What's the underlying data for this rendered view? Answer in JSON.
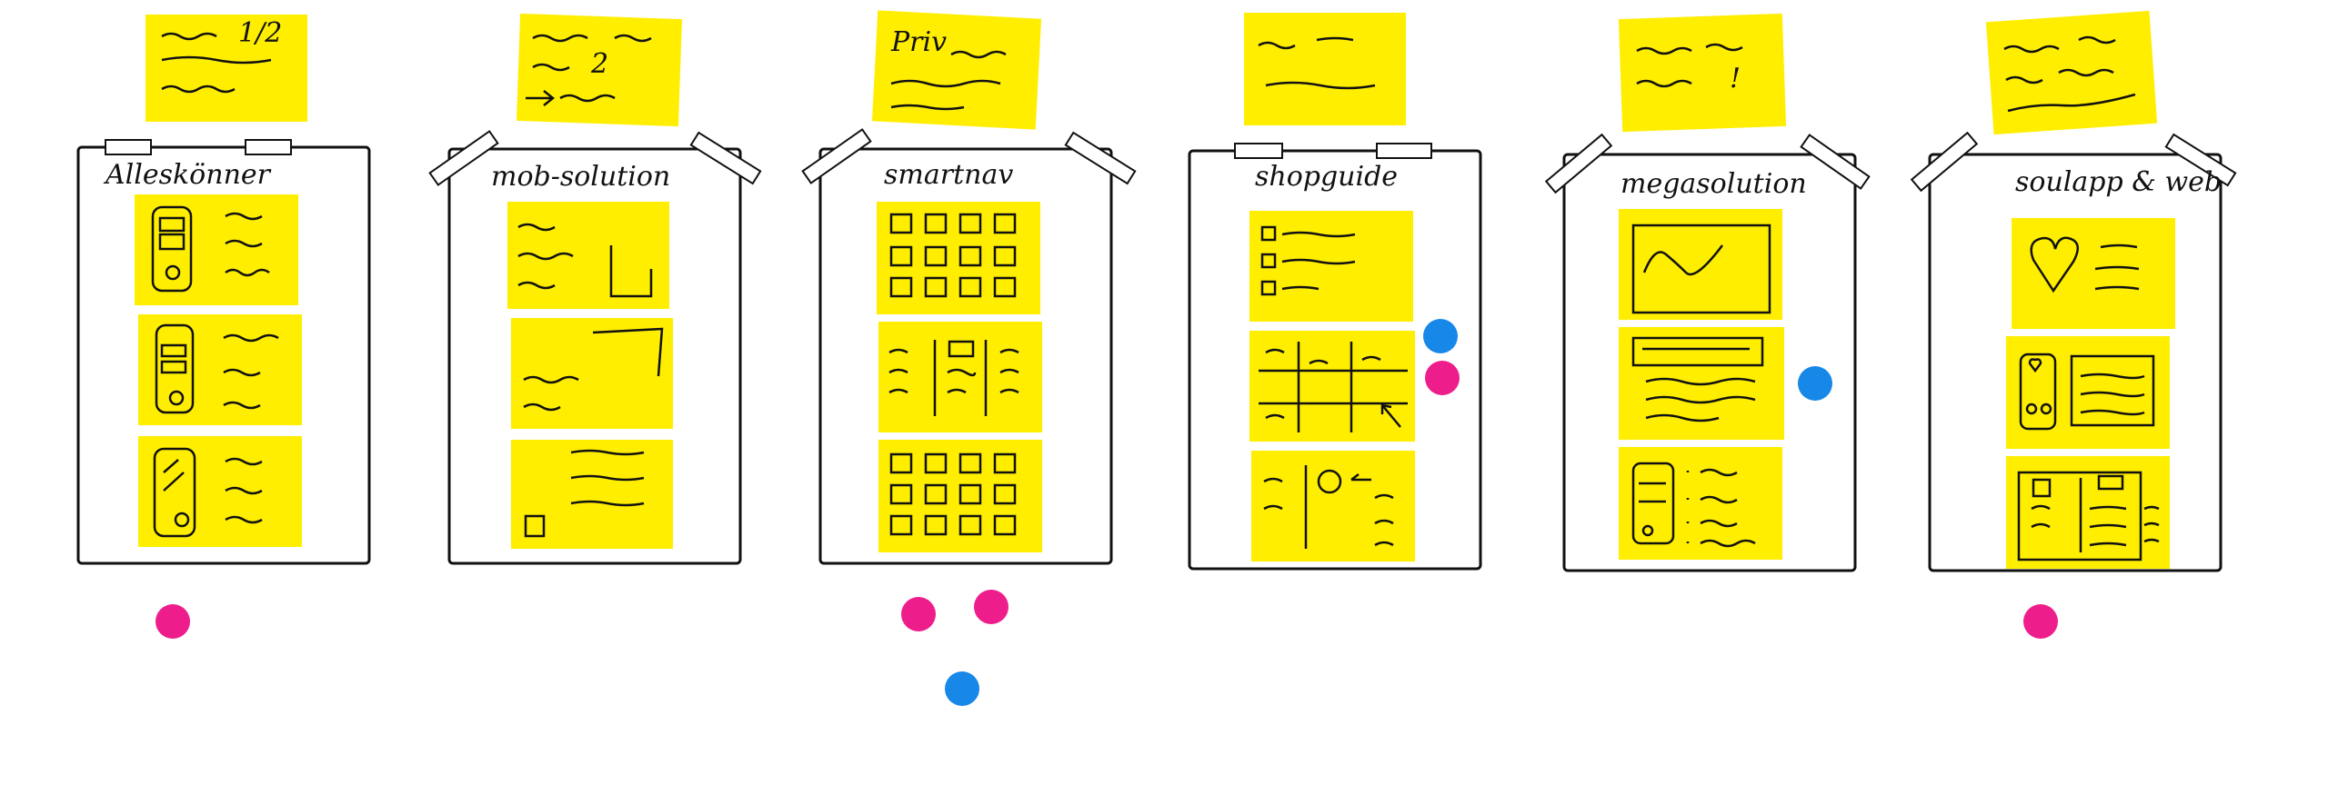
{
  "colors": {
    "sticky": "#ffee00",
    "ink": "#111111",
    "dot_pink": "#ee1d8c",
    "dot_blue": "#1787e8"
  },
  "concepts": [
    {
      "name": "Alleskönner",
      "dots": [
        "pink"
      ]
    },
    {
      "name": "mob-solution",
      "dots": []
    },
    {
      "name": "smartnav",
      "dots": [
        "pink",
        "pink",
        "blue"
      ]
    },
    {
      "name": "shopguide",
      "dots": [
        "blue",
        "pink"
      ]
    },
    {
      "name": "megasolution",
      "dots": [
        "blue"
      ]
    },
    {
      "name": "soulapp & web",
      "dots": [
        "pink"
      ]
    }
  ],
  "top_notes": [
    {
      "text": "1/2"
    },
    {
      "text": "2"
    },
    {
      "text": "Priv"
    },
    {
      "text": ""
    },
    {
      "text": "!"
    },
    {
      "text": ""
    }
  ]
}
